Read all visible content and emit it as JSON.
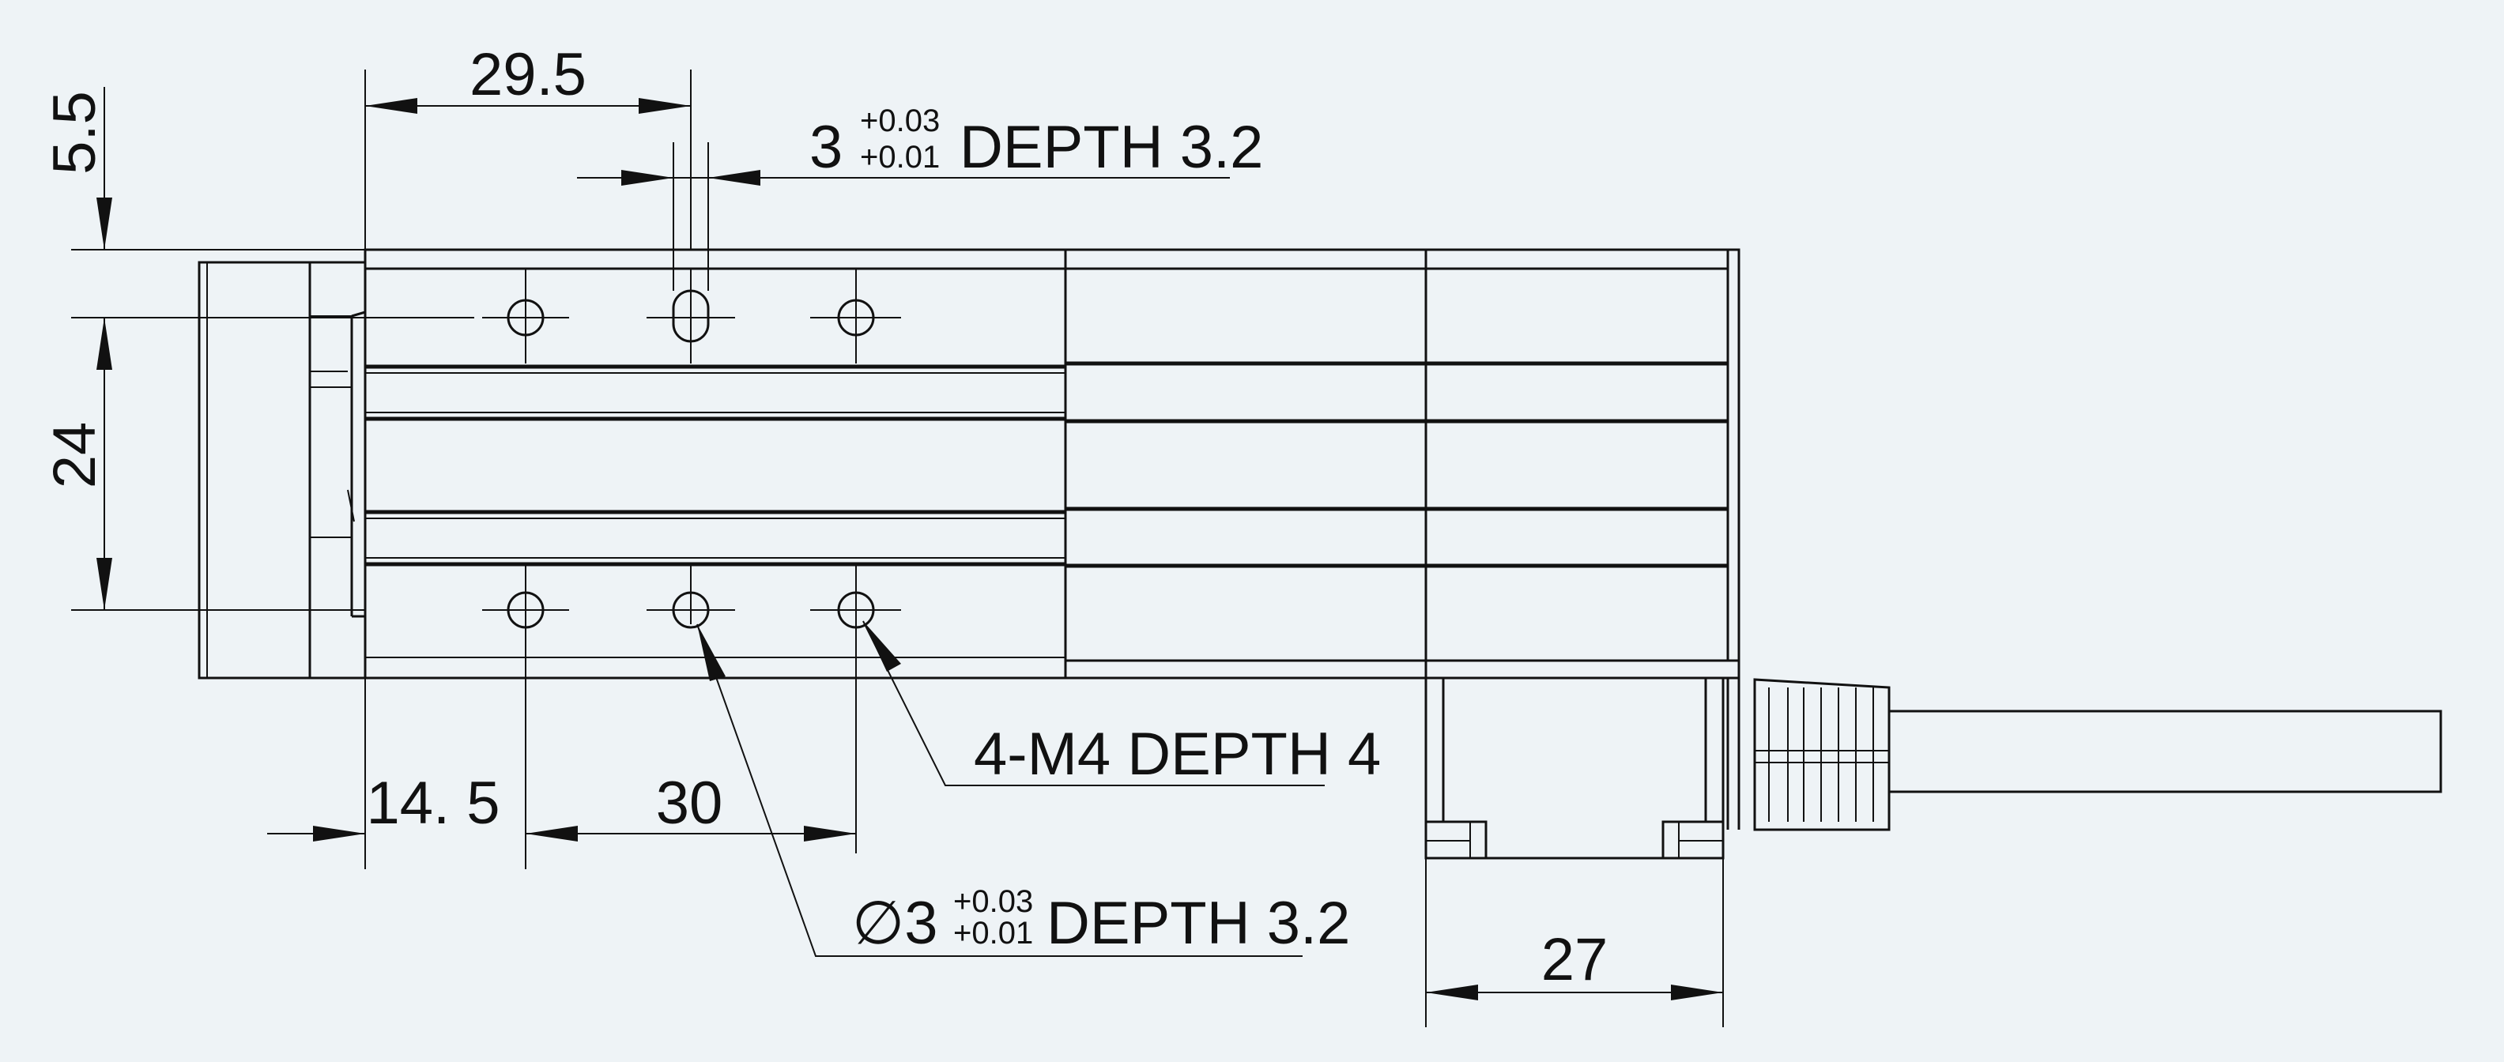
{
  "dimensions": {
    "top_length": "29.5",
    "top_offset": "5.5",
    "pin_spacing": "24",
    "left_offset": "14. 5",
    "hole_pitch": "30",
    "connector_width": "27"
  },
  "callouts": {
    "slot": {
      "nominal": "3",
      "tol_upper": "+0.03",
      "tol_lower": "+0.01",
      "depth": "DEPTH 3.2"
    },
    "tapped_holes": {
      "text": "4-M4 DEPTH 4"
    },
    "pin_hole": {
      "nominal": "∅3",
      "tol_upper": "+0.03",
      "tol_lower": "+0.01",
      "depth": "DEPTH 3.2"
    }
  }
}
